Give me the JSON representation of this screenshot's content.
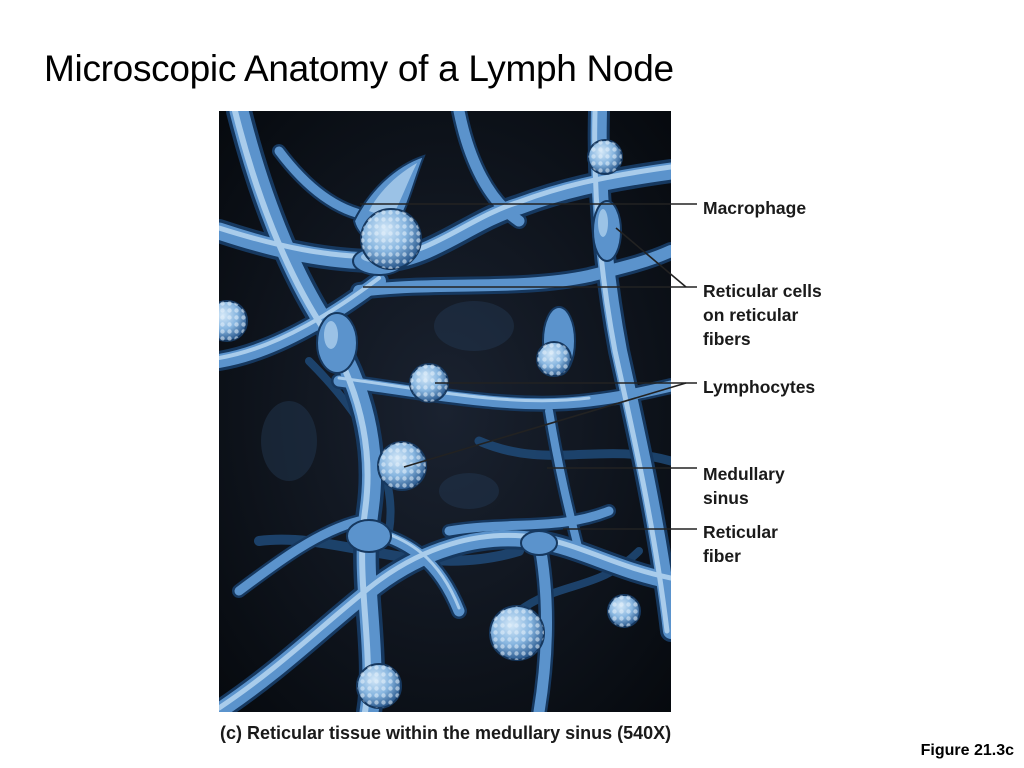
{
  "slide": {
    "title": "Microscopic Anatomy of a Lymph Node",
    "figure_ref": "Figure 21.3c"
  },
  "image": {
    "subject": "scanning electron micrograph of reticular tissue",
    "colors": {
      "background": "#0d141d",
      "tissue": "#5b93cc",
      "highlight": "#b7d7f1",
      "shadow": "#16385f"
    }
  },
  "callouts": [
    {
      "id": "macrophage",
      "text": "Macrophage"
    },
    {
      "id": "reticular-cells",
      "text": "Reticular cells\non reticular\nfibers"
    },
    {
      "id": "lymphocytes",
      "text": "Lymphocytes"
    },
    {
      "id": "medullary-sinus",
      "text": "Medullary\nsinus"
    },
    {
      "id": "reticular-fiber",
      "text": "Reticular\nfiber"
    }
  ],
  "caption": "(c) Reticular tissue within the medullary sinus (540X)",
  "leader_color": "#222222"
}
